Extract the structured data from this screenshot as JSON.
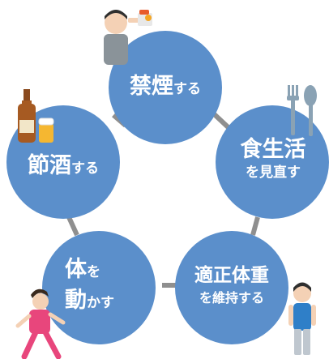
{
  "diagram": {
    "circle_color": "#5b8fcb",
    "connector_color": "#8f8f8f",
    "nodes": [
      {
        "id": "quit-smoking",
        "main": "禁煙",
        "sub": "する",
        "illustration": "man-smoking-icon"
      },
      {
        "id": "improve-diet",
        "main": "食生活",
        "sub": "を見直す",
        "illustration": "fork-spoon-icon"
      },
      {
        "id": "healthy-weight",
        "main": "適正体重",
        "sub": "を維持する",
        "illustration": "standing-man-icon"
      },
      {
        "id": "exercise",
        "main1": "体",
        "sub1": "を",
        "main2": "動",
        "sub2": "かす",
        "illustration": "woman-exercising-icon"
      },
      {
        "id": "moderate-drinking",
        "main": "節酒",
        "sub": "する",
        "illustration": "beer-bottle-glass-icon"
      }
    ]
  }
}
